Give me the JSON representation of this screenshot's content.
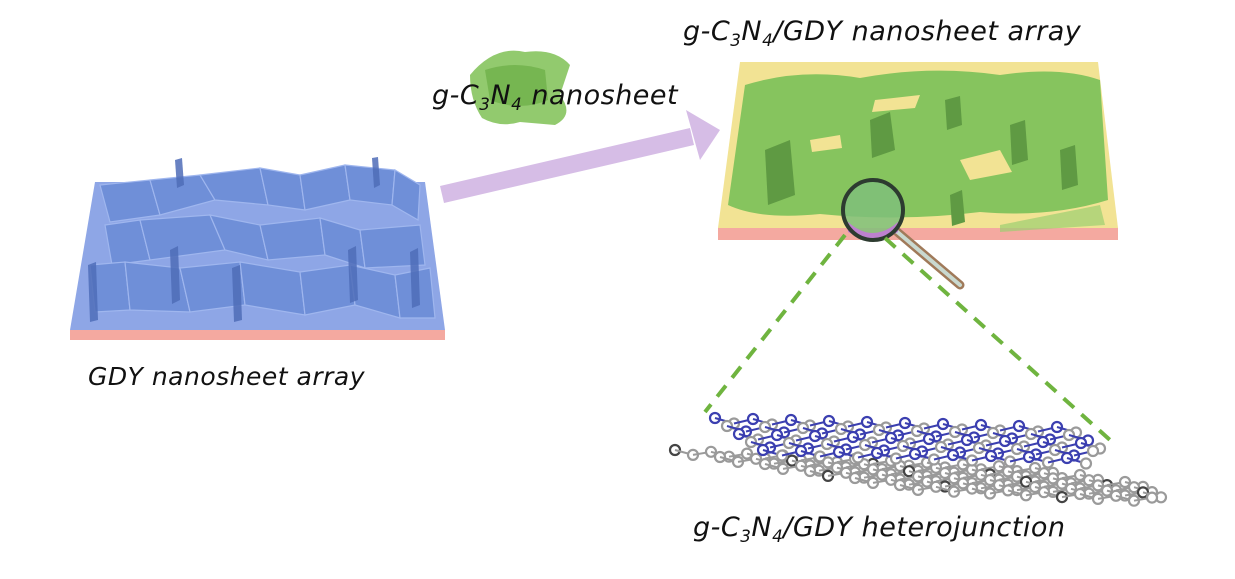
{
  "figure": {
    "stages": [
      {
        "id": "gdy",
        "label_parts": [
          "GDY nanosheet array"
        ]
      },
      {
        "id": "nanosheet",
        "label_prefix": "g-C",
        "sub1": "3",
        "mid": "N",
        "sub2": "4",
        "label_suffix": " nanosheet"
      },
      {
        "id": "composite",
        "label_prefix": "g-C",
        "sub1": "3",
        "mid": "N",
        "sub2": "4",
        "label_suffix": "/GDY nanosheet array"
      },
      {
        "id": "heterojunction",
        "label_prefix": "g-C",
        "sub1": "3",
        "mid": "N",
        "sub2": "4",
        "label_suffix": "/GDY heterojunction"
      }
    ],
    "colors": {
      "gdy_sheet": "#6f8fd8",
      "gdy_sheet_dark": "#4f6db8",
      "gdy_base_top": "#8ea6e6",
      "substrate": "#f4a9a0",
      "arrow": "#d6bde6",
      "cn_green": "#86c45e",
      "cn_green_dark": "#5f9a43",
      "composite_base": "#f2e394",
      "zoom_lines": "#6fb43f",
      "atom_n": "#3b3fb0",
      "atom_c": "#9a9a9a",
      "atom_c_dark": "#444444"
    }
  }
}
